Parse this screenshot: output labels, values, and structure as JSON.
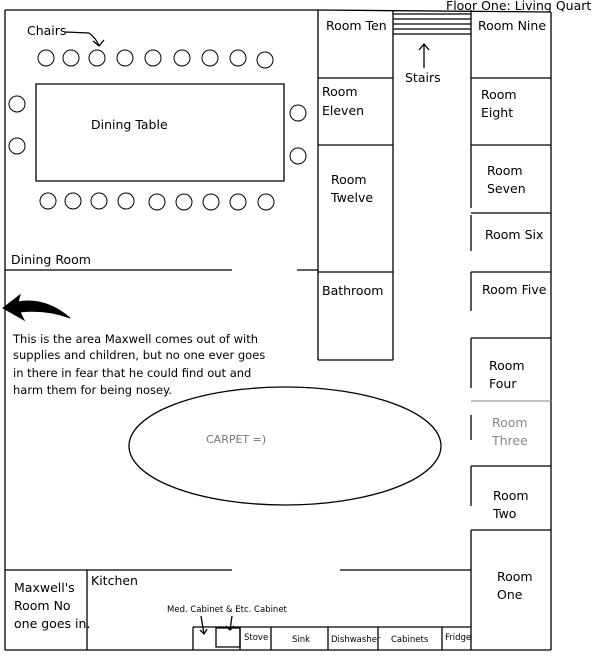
{
  "floor_title": "Floor One: Living Quarters",
  "dining": {
    "chairs_label": "Chairs",
    "table_label": "Dining Table",
    "room_label": "Dining Room"
  },
  "rooms": {
    "ten": "Room Ten",
    "nine": "Room Nine",
    "eleven": [
      "Room",
      "Eleven"
    ],
    "eight": [
      "Room",
      "Eight"
    ],
    "seven": [
      "Room",
      "Seven"
    ],
    "twelve": [
      "Room",
      "Twelve"
    ],
    "six": "Room Six",
    "bathroom": "Bathroom",
    "five": "Room Five",
    "four": [
      "Room",
      "Four"
    ],
    "three": [
      "Room",
      "Three"
    ],
    "two": [
      "Room",
      "Two"
    ],
    "one": [
      "Room",
      "One"
    ]
  },
  "stairs_label": "Stairs",
  "note_lines": [
    "This is the area Maxwell comes out of with",
    "supplies and children, but no one ever goes",
    "in there in fear that he could find out and",
    "harm them for being nosey."
  ],
  "carpet_label": "CARPET =)",
  "maxwell_room": [
    "Maxwell's",
    "Room No",
    "one goes in."
  ],
  "kitchen": {
    "label": "Kitchen",
    "cabinets_caption": "Med. Cabinet & Etc. Cabinet",
    "stove": "Stove",
    "sink": "Sink",
    "dishwasher": "Dishwasher",
    "cabinets": "Cabinets",
    "fridge": "Fridge"
  }
}
